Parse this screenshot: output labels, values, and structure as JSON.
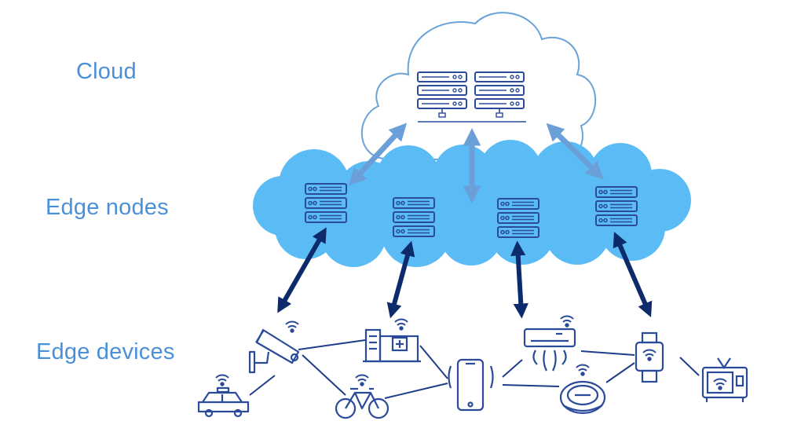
{
  "labels": {
    "cloud": "Cloud",
    "edge_nodes": "Edge nodes",
    "edge_devices": "Edge devices"
  },
  "colors": {
    "label_text": "#4a90d9",
    "cloud_outline": "#6aa3d8",
    "edge_cloud_fill": "#5bbcf5",
    "icon_stroke": "#2a4a9a",
    "cloud_arrow": "#6a9fd8",
    "device_arrow": "#0d2a6b",
    "device_link": "#1e3d8a"
  },
  "icons": {
    "cloud_server": "server-rack-icon",
    "edge_nodes": [
      "server-icon",
      "server-icon",
      "server-icon",
      "server-icon"
    ],
    "devices": [
      "security-camera-icon",
      "taxi-icon",
      "hospital-icon",
      "bicycle-icon",
      "smartphone-icon",
      "air-conditioner-icon",
      "robot-vacuum-icon",
      "smartwatch-icon",
      "smart-tv-icon"
    ]
  }
}
